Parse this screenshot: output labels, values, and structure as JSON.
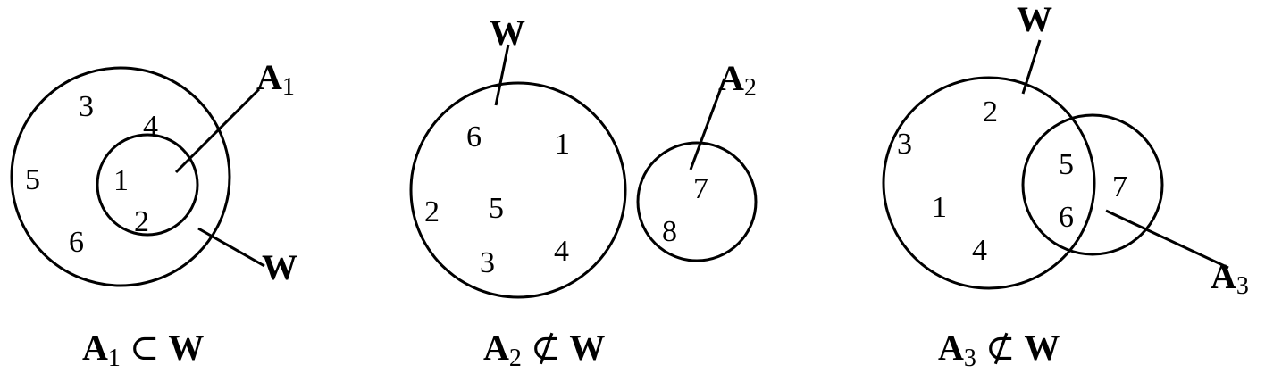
{
  "panels": [
    {
      "outer_set_label": "W",
      "inner_set_label": "A",
      "inner_set_subscript": "1",
      "outer_elements": [
        "3",
        "4",
        "5",
        "6"
      ],
      "inner_elements": [
        "1",
        "2"
      ],
      "caption": {
        "left": "A",
        "subscript": "1",
        "relation": "⊂",
        "right": "W"
      }
    },
    {
      "outer_set_label": "W",
      "inner_set_label": "A",
      "inner_set_subscript": "2",
      "outer_elements": [
        "6",
        "1",
        "2",
        "5",
        "3",
        "4"
      ],
      "inner_elements": [
        "7",
        "8"
      ],
      "caption": {
        "left": "A",
        "subscript": "2",
        "relation": "⊄",
        "right": "W"
      }
    },
    {
      "outer_set_label": "W",
      "inner_set_label": "A",
      "inner_set_subscript": "3",
      "outer_elements": [
        "2",
        "3",
        "1",
        "4"
      ],
      "intersection_elements": [
        "5",
        "6"
      ],
      "inner_elements": [
        "7"
      ],
      "caption": {
        "left": "A",
        "subscript": "3",
        "relation": "⊄",
        "right": "W"
      }
    }
  ]
}
